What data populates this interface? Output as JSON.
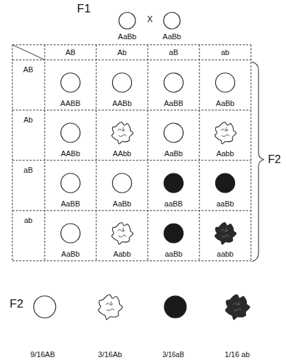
{
  "diagram": {
    "labels": [
      "F1",
      "X",
      "AaBb",
      "AaBb",
      "AB",
      "Ab",
      "aB",
      "ab",
      "AB",
      "AABB",
      "AABb",
      "AaBB",
      "AaBb",
      "Ab",
      "AABb",
      "AAbb",
      "AaBb",
      "Aabb",
      "aB",
      "AaBB",
      "AaBb",
      "aaBB",
      "aaBb",
      "ab",
      "AaBb",
      "Aabb",
      "aaBb",
      "aabb",
      "F2",
      "F2",
      "9/16AB",
      "3/16Ab",
      "3/16aB",
      "1/16 ab"
    ]
  }
}
